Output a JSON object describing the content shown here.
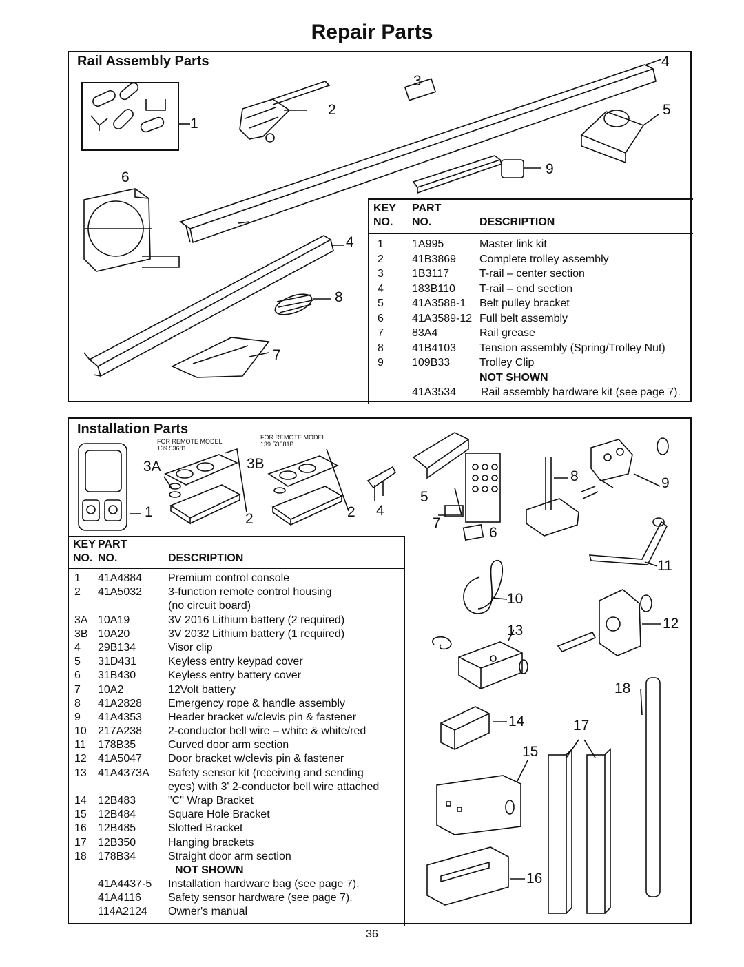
{
  "page_title": "Repair Parts",
  "rail": {
    "title": "Rail Assembly Parts",
    "headers": {
      "key1": "KEY",
      "key2": "NO.",
      "part1": "PART",
      "part2": "NO.",
      "desc": "DESCRIPTION"
    },
    "rows": [
      {
        "key": "1",
        "part": "1A995",
        "desc": "Master link kit"
      },
      {
        "key": "2",
        "part": "41B3869",
        "desc": "Complete trolley assembly"
      },
      {
        "key": "3",
        "part": "1B3117",
        "desc": "T-rail – center section"
      },
      {
        "key": "4",
        "part": "183B110",
        "desc": "T-rail – end section"
      },
      {
        "key": "5",
        "part": "41A3588-1",
        "desc": "Belt pulley bracket"
      },
      {
        "key": "6",
        "part": "41A3589-12",
        "desc": "Full belt assembly"
      },
      {
        "key": "7",
        "part": "83A4",
        "desc": "Rail grease"
      },
      {
        "key": "8",
        "part": "41B4103",
        "desc": "Tension assembly (Spring/Trolley Nut)"
      },
      {
        "key": "9",
        "part": "109B33",
        "desc": "Trolley Clip"
      }
    ],
    "not_shown_label": "NOT SHOWN",
    "not_shown": [
      {
        "part": "41A3534",
        "desc": "Rail assembly hardware kit (see page 7)."
      }
    ],
    "callouts": {
      "c1": "1",
      "c2": "2",
      "c3": "3",
      "c4a": "4",
      "c4b": "4",
      "c5": "5",
      "c6": "6",
      "c7": "7",
      "c8": "8",
      "c9": "9"
    }
  },
  "install": {
    "title": "Installation Parts",
    "note_a_line1": "FOR REMOTE MODEL",
    "note_a_line2": "139.53681",
    "note_b_line1": "FOR REMOTE MODEL",
    "note_b_line2": "139.53681B",
    "headers": {
      "key1": "KEY",
      "key2": "NO.",
      "part1": "PART",
      "part2": "NO.",
      "desc": "DESCRIPTION"
    },
    "rows": [
      {
        "key": "1",
        "part": "41A4884",
        "desc": "Premium control console"
      },
      {
        "key": "2",
        "part": "41A5032",
        "desc": "3-function remote control housing"
      },
      {
        "key": "",
        "part": "",
        "desc": "(no circuit board)"
      },
      {
        "key": "3A",
        "part": "10A19",
        "desc": "3V 2016 Lithium battery (2 required)"
      },
      {
        "key": "3B",
        "part": "10A20",
        "desc": "3V 2032 Lithium battery (1 required)"
      },
      {
        "key": "4",
        "part": "29B134",
        "desc": "Visor clip"
      },
      {
        "key": "5",
        "part": "31D431",
        "desc": "Keyless entry keypad cover"
      },
      {
        "key": "6",
        "part": "31B430",
        "desc": "Keyless entry battery cover"
      },
      {
        "key": "7",
        "part": "10A2",
        "desc": "12Volt battery"
      },
      {
        "key": "8",
        "part": "41A2828",
        "desc": "Emergency rope & handle assembly"
      },
      {
        "key": "9",
        "part": "41A4353",
        "desc": "Header bracket w/clevis pin & fastener"
      },
      {
        "key": "10",
        "part": "217A238",
        "desc": "2-conductor bell wire – white & white/red"
      },
      {
        "key": "11",
        "part": "178B35",
        "desc": "Curved door arm section"
      },
      {
        "key": "12",
        "part": "41A5047",
        "desc": "Door bracket w/clevis pin & fastener"
      },
      {
        "key": "13",
        "part": "41A4373A",
        "desc": "Safety sensor kit (receiving and sending"
      },
      {
        "key": "",
        "part": "",
        "desc": "eyes) with 3' 2-conductor bell wire attached"
      },
      {
        "key": "14",
        "part": "12B483",
        "desc": "\"C\" Wrap Bracket"
      },
      {
        "key": "15",
        "part": "12B484",
        "desc": "Square Hole Bracket"
      },
      {
        "key": "16",
        "part": "12B485",
        "desc": "Slotted Bracket"
      },
      {
        "key": "17",
        "part": "12B350",
        "desc": "Hanging brackets"
      },
      {
        "key": "18",
        "part": "178B34",
        "desc": "Straight door arm section"
      }
    ],
    "not_shown_label": "NOT SHOWN",
    "not_shown": [
      {
        "part": "41A4437-5",
        "desc": "Installation hardware bag (see page 7)."
      },
      {
        "part": "41A4116",
        "desc": "Safety sensor hardware (see page 7)."
      },
      {
        "part": "114A2124",
        "desc": "Owner's manual"
      }
    ],
    "callouts": {
      "c1": "1",
      "c2a": "2",
      "c2b": "2",
      "c3a": "3A",
      "c3b": "3B",
      "c4": "4",
      "c5": "5",
      "c6": "6",
      "c7": "7",
      "c8": "8",
      "c9": "9",
      "c10": "10",
      "c11": "11",
      "c12": "12",
      "c13": "13",
      "c14": "14",
      "c15": "15",
      "c16": "16",
      "c17": "17",
      "c18": "18"
    }
  },
  "page_number": "36"
}
